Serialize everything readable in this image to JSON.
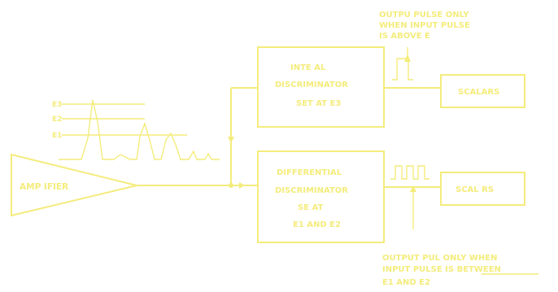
{
  "diagram": {
    "amplifier": {
      "label": "AMP  IFIER"
    },
    "levels": [
      "E3",
      "E2",
      "E1"
    ],
    "integral": {
      "line1": "INTE  AL",
      "line2": "DISCRIMINATOR",
      "line3": "SET AT E3"
    },
    "differential": {
      "line1": "DIFFERENTIAL",
      "line2": "DISCRIMINATOR",
      "line3": "SE  AT",
      "line4": "E1 AND E2"
    },
    "scalar_top": {
      "label": "SCALARS"
    },
    "scalar_bottom": {
      "label": "SCAL  RS"
    },
    "note_top": {
      "line1": "OUTPU   PULSE ONLY",
      "line2": "WHEN INPUT PULSE",
      "line3": "IS ABOVE E"
    },
    "note_bottom": {
      "line1": "OUTPUT PUL   ONLY WHEN",
      "line2": "INPUT PULSE IS BETWEEN",
      "line3": "E1 AND E2"
    }
  },
  "colors": {
    "ink": "#f4ec7c",
    "background": "#ffffff"
  }
}
